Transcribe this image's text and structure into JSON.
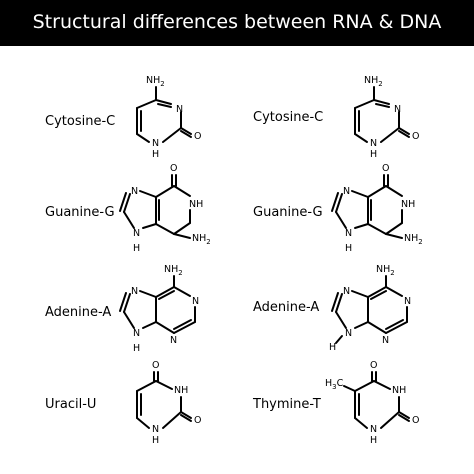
{
  "title": "Structural differences between RNA & DNA",
  "labels": {
    "rna_cytosine": "Cytosine-C",
    "rna_guanine": "Guanine-G",
    "rna_adenine": "Adenine-A",
    "rna_uracil": "Uracil-U",
    "dna_cytosine": "Cytosine-C",
    "dna_guanine": "Guanine-G",
    "dna_adenine": "Adenine-A",
    "dna_thymine": "Thymine-T"
  },
  "atoms": {
    "nh2": "NH",
    "sub2": "2",
    "n": "N",
    "nh": "NH",
    "h": "H",
    "o": "O",
    "h3c_h": "H",
    "h3c_3": "3",
    "h3c_c": "C"
  }
}
